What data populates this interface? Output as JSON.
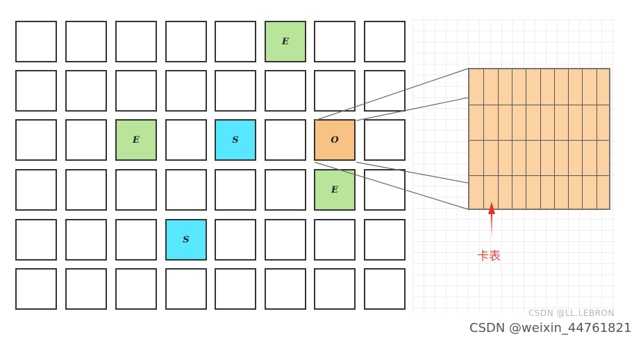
{
  "diagram": {
    "cells": {
      "r0c5": "E",
      "r2c2": "E",
      "r2c4": "S",
      "r2c6": "O",
      "r3c6": "E",
      "r4c3": "S"
    },
    "annotation": "卡表",
    "colors": {
      "E": "#b8e59a",
      "S": "#57e7ff",
      "O": "#f8c285",
      "zoom": "#fdd2a3",
      "annotation": "#d9473f"
    },
    "watermarks": {
      "small": "CSDN @LL.LEBRON",
      "large": "CSDN @weixin_44761821"
    }
  }
}
